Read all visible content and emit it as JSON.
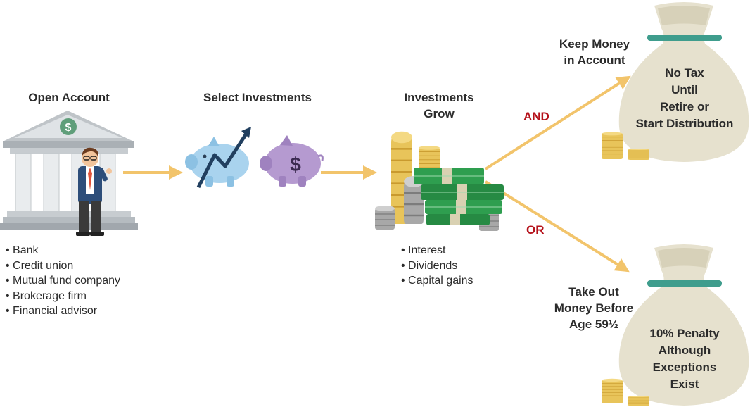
{
  "steps": {
    "open_account": "Open Account",
    "select_investments": "Select Investments",
    "investments_grow": "Investments\nGrow"
  },
  "open_account_list": [
    "Bank",
    "Credit union",
    "Mutual fund company",
    "Brokerage firm",
    "Financial advisor"
  ],
  "grow_list": [
    "Interest",
    "Dividends",
    "Capital gains"
  ],
  "branches": {
    "and_label": "AND",
    "or_label": "OR",
    "keep": {
      "label": "Keep Money\nin Account",
      "bag_text": "No Tax\nUntil\nRetire or\nStart Distribution"
    },
    "take": {
      "label": "Take Out\nMoney Before\nAge 59½",
      "bag_text": "10% Penalty\nAlthough\nExceptions\nExist"
    }
  },
  "icons": [
    "bank-icon",
    "dollar-sign-icon",
    "advisor-person-icon",
    "piggy-bank-growth-icon",
    "trend-arrow-icon",
    "piggy-bank-dollar-icon",
    "coin-stack-icon",
    "cash-stack-icon",
    "money-bag-icon"
  ],
  "colors": {
    "arrow": "#f2c46b",
    "connector_text": "#b5121b",
    "bag": "#e6e1ce",
    "bag_band": "#3f9d8d",
    "cash": "#2e9e4f",
    "coin": "#e8c45a"
  }
}
